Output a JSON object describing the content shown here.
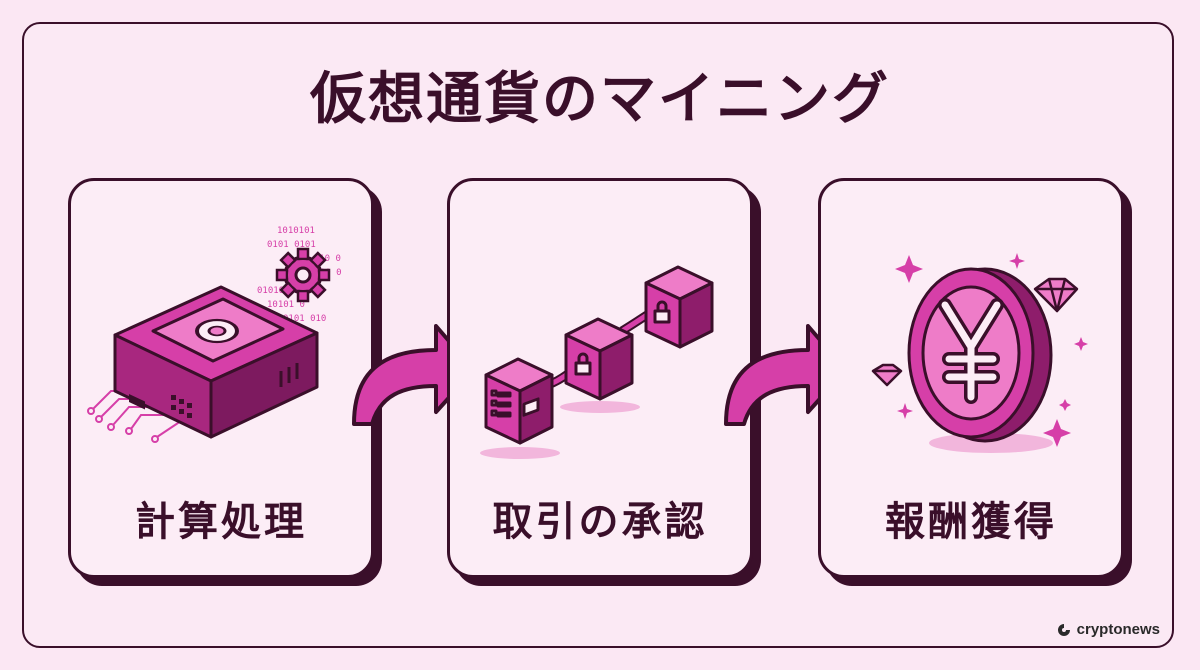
{
  "title": "仮想通貨のマイニング",
  "steps": [
    {
      "label": "計算処理",
      "icon": "server-chip-gear-icon"
    },
    {
      "label": "取引の承認",
      "icon": "blockchain-locked-blocks-icon"
    },
    {
      "label": "報酬獲得",
      "icon": "yen-coin-gems-icon"
    }
  ],
  "binary_text": [
    "1010101",
    "0101 0101",
    "1 010 0",
    "1 10 0",
    "0101010",
    "10101 0",
    "0101 010"
  ],
  "brand": "cryptonews",
  "colors": {
    "background": "#fbe7f3",
    "outline": "#3a0f2a",
    "accent": "#d63fa8",
    "accent_light": "#ee7cc8",
    "accent_dark": "#8e1d6b"
  }
}
